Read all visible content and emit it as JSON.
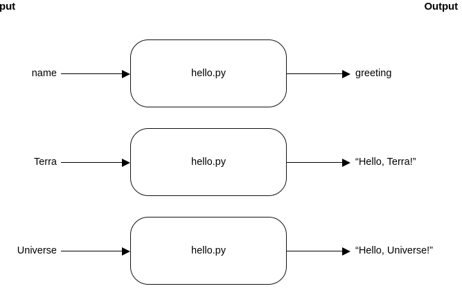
{
  "header": {
    "input_label": "put",
    "output_label": "Output"
  },
  "rows": [
    {
      "input": "name",
      "process": "hello.py",
      "output": "greeting",
      "in_arrow_icon": "arrow-right-icon",
      "out_arrow_icon": "arrow-right-icon"
    },
    {
      "input": "Terra",
      "process": "hello.py",
      "output": "“Hello, Terra!”",
      "in_arrow_icon": "arrow-right-icon",
      "out_arrow_icon": "arrow-right-icon"
    },
    {
      "input": "Universe",
      "process": "hello.py",
      "output": "“Hello, Universe!”",
      "in_arrow_icon": "arrow-right-icon",
      "out_arrow_icon": "arrow-right-icon"
    }
  ],
  "colors": {
    "background": "#ffffff",
    "stroke": "#111111",
    "text": "#000000"
  }
}
